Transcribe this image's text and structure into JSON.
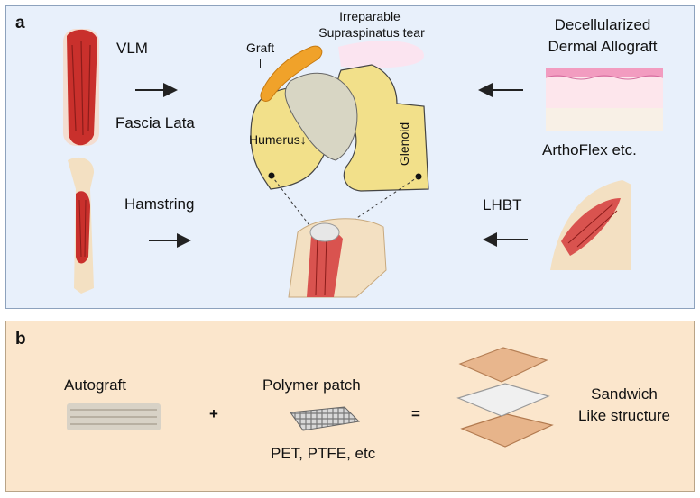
{
  "panel_a": {
    "label": "a",
    "vlm": "VLM",
    "fascia_lata": "Fascia Lata",
    "hamstring": "Hamstring",
    "graft": "Graft",
    "irreparable_line1": "Irreparable",
    "irreparable_line2": "Supraspinatus tear",
    "humerus": "Humerus",
    "glenoid": "Glenoid",
    "decell_line1": "Decellularized",
    "decell_line2": "Dermal Allograft",
    "arthoflex": "ArthoFlex etc.",
    "lhbt": "LHBT"
  },
  "panel_b": {
    "label": "b",
    "autograft": "Autograft",
    "plus": "+",
    "polymer_patch": "Polymer patch",
    "polymer_examples": "PET, PTFE, etc",
    "equals": "=",
    "sandwich_line1": "Sandwich",
    "sandwich_line2": "Like structure"
  },
  "colors": {
    "panel_a_bg": "#e8f0fb",
    "panel_b_bg": "#fbe6cc",
    "bone": "#f2e08a",
    "glenoid_bone": "#ddd9c8",
    "graft": "#f0a22a",
    "muscle": "#d9534f"
  }
}
